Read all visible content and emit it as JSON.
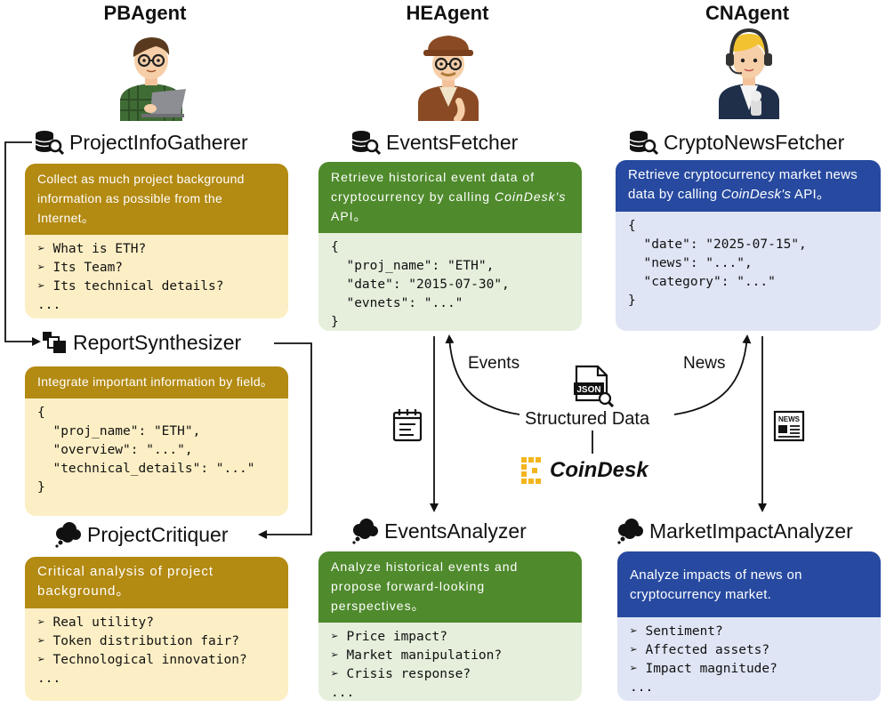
{
  "agents": [
    {
      "name": "PBAgent"
    },
    {
      "name": "HEAgent"
    },
    {
      "name": "CNAgent"
    }
  ],
  "tools": {
    "project_info_gatherer": {
      "name": "ProjectInfoGatherer",
      "description": "Collect as much project background information as possible from the Internet。",
      "items": [
        "➢ What is ETH?",
        "➢ Its Team?",
        "➢ Its technical details?",
        "..."
      ]
    },
    "report_synthesizer": {
      "name": "ReportSynthesizer",
      "description": "Integrate important information by field。",
      "json_lines": [
        "{",
        "  \"proj_name\": \"ETH\",",
        "  \"overview\": \"...\",",
        "  \"technical_details\": \"...\"",
        "}"
      ]
    },
    "project_critiquer": {
      "name": "ProjectCritiquer",
      "description": "Critical analysis of project background。",
      "items": [
        "➢ Real utility?",
        "➢ Token distribution fair?",
        "➢ Technological innovation?",
        "..."
      ]
    },
    "events_fetcher": {
      "name": "EventsFetcher",
      "description_before": "Retrieve historical event data of cryptocurrency by calling ",
      "description_italic": "CoinDesk's",
      "description_after": " API。",
      "json_lines": [
        "{",
        "  \"proj_name\": \"ETH\",",
        "  \"date\": \"2015-07-30\",",
        "  \"evnets\": \"...\"",
        "}"
      ]
    },
    "events_analyzer": {
      "name": "EventsAnalyzer",
      "description": "Analyze historical events and propose forward-looking perspectives。",
      "items": [
        "➢ Price impact?",
        "➢ Market manipulation?",
        "➢ Crisis response?",
        "..."
      ]
    },
    "crypto_news_fetcher": {
      "name": "CryptoNewsFetcher",
      "description_before": "Retrieve cryptocurrency market news data by calling ",
      "description_italic": "CoinDesk's",
      "description_after": " API。",
      "json_lines": [
        "{",
        "  \"date\": \"2025-07-15\",",
        "  \"news\": \"...\",",
        "  \"category\": \"...\"",
        "}"
      ]
    },
    "market_impact_analyzer": {
      "name": "MarketImpactAnalyzer",
      "description": "Analyze impacts of news on cryptocurrency market.",
      "items": [
        "➢ Sentiment?",
        "➢ Affected assets?",
        "➢ Impact magnitude?",
        "..."
      ]
    }
  },
  "hub": {
    "structured_data": "Structured Data",
    "json_icon_text": "JSON",
    "events_label": "Events",
    "news_label": "News",
    "news_icon_text": "NEWS",
    "coindesk": "CoinDesk"
  },
  "colors": {
    "gold": "#b38a12",
    "gold_light": "#fdefc5",
    "green": "#4f8a2c",
    "green_light": "#e5efdc",
    "blue": "#274aa0",
    "blue_light": "#dfe5f5",
    "coindesk_yellow": "#f2b51c"
  }
}
